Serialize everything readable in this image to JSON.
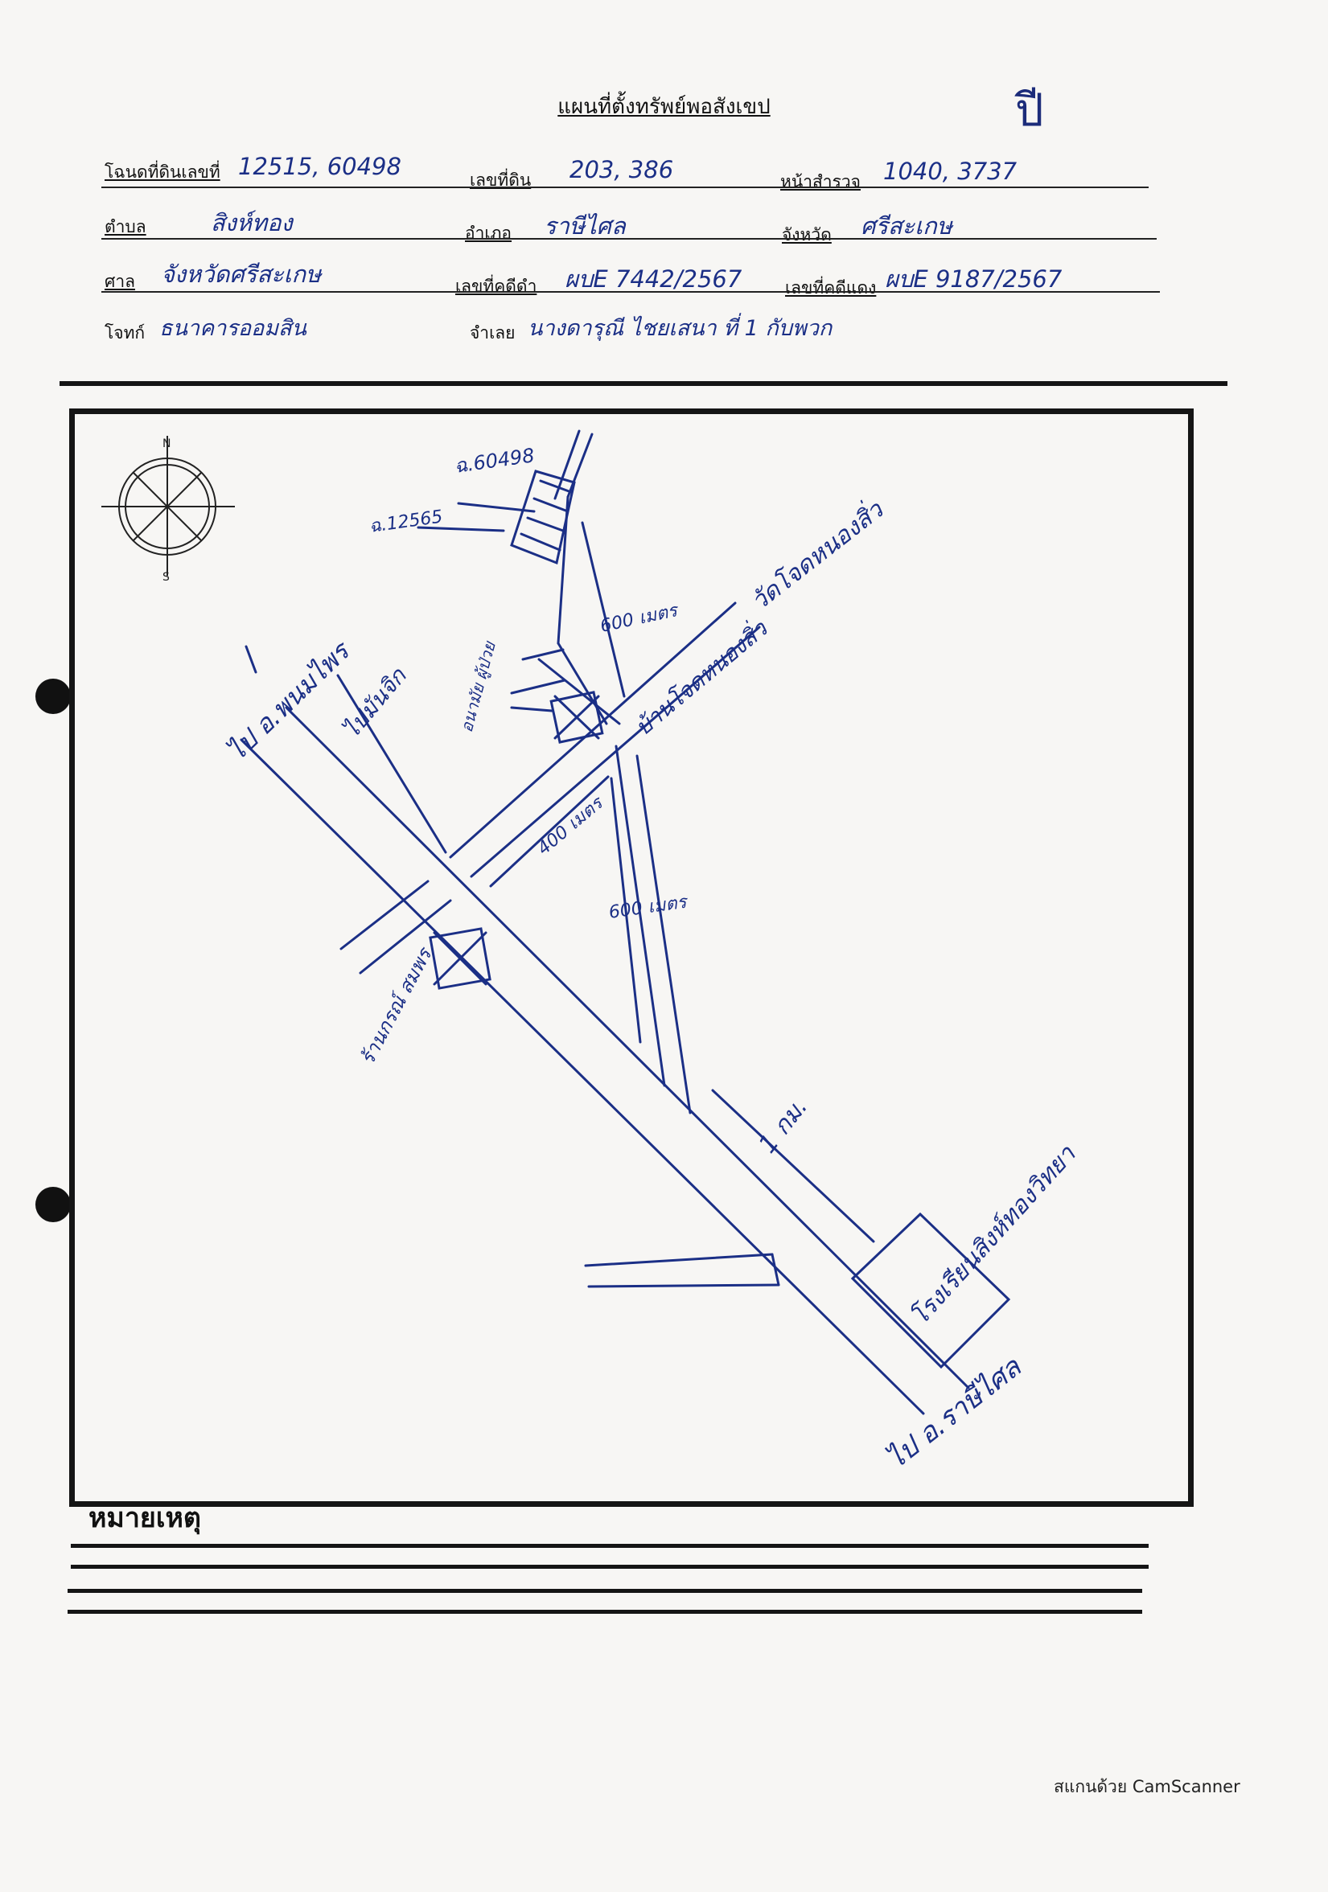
{
  "header": {
    "title": "แผนที่ตั้งทรัพย์พอสังเขป",
    "page_number": "ปี"
  },
  "fields": {
    "deed_label": "โฉนดที่ดินเลขที่",
    "deed_value": "12515, 60498",
    "land_no_label": "เลขที่ดิน",
    "land_no_value": "203, 386",
    "survey_label": "หน้าสำรวจ",
    "survey_value": "1040, 3737",
    "subdistrict_label": "ตำบล",
    "subdistrict_value": "สิงห์ทอง",
    "district_label": "อำเภอ",
    "district_value": "ราษีไศล",
    "province_label": "จังหวัด",
    "province_value": "ศรีสะเกษ",
    "court_label": "ศาล",
    "court_value": "จังหวัดศรีสะเกษ",
    "black_case_label": "เลขที่คดีดำ",
    "black_case_value": "ผบE 7442/2567",
    "red_case_label": "เลขที่คดีแดง",
    "red_case_value": "ผบE 9187/2567",
    "plaintiff_label": "โจทก์",
    "plaintiff_value": "ธนาคารออมสิน",
    "defendant_label": "จำเลย",
    "defendant_value": "นางดารุณี ไชยเสนา ที่ 1 กับพวก"
  },
  "map": {
    "parcel_1": "ฉ.60498",
    "parcel_2": "ฉ.12565",
    "dist_600": "600 เมตร",
    "temple": "วัดโจดหนองสิ่ว",
    "village": "บ้านโจดหนองสิ่ว",
    "health_center": "อนามัย\nผู้ป่วย",
    "road_nw": "ไป อ.พนมไพร",
    "shop_nw": "ไปมันจิก",
    "dist_400": "400 เมตร",
    "dist_600b": "600 เมตร",
    "shop_name": "ร้านกรณ์\nสมพร",
    "dist_1km": "1 กม.",
    "school": "โรงเรียนสิงห์ทองวิทยา",
    "road_se": "ไป อ.ราษีไศล",
    "compass_n": "N",
    "compass_s": "S"
  },
  "remarks_label": "หมายเหตุ",
  "footer_text": "สแกนด้วย CamScanner"
}
